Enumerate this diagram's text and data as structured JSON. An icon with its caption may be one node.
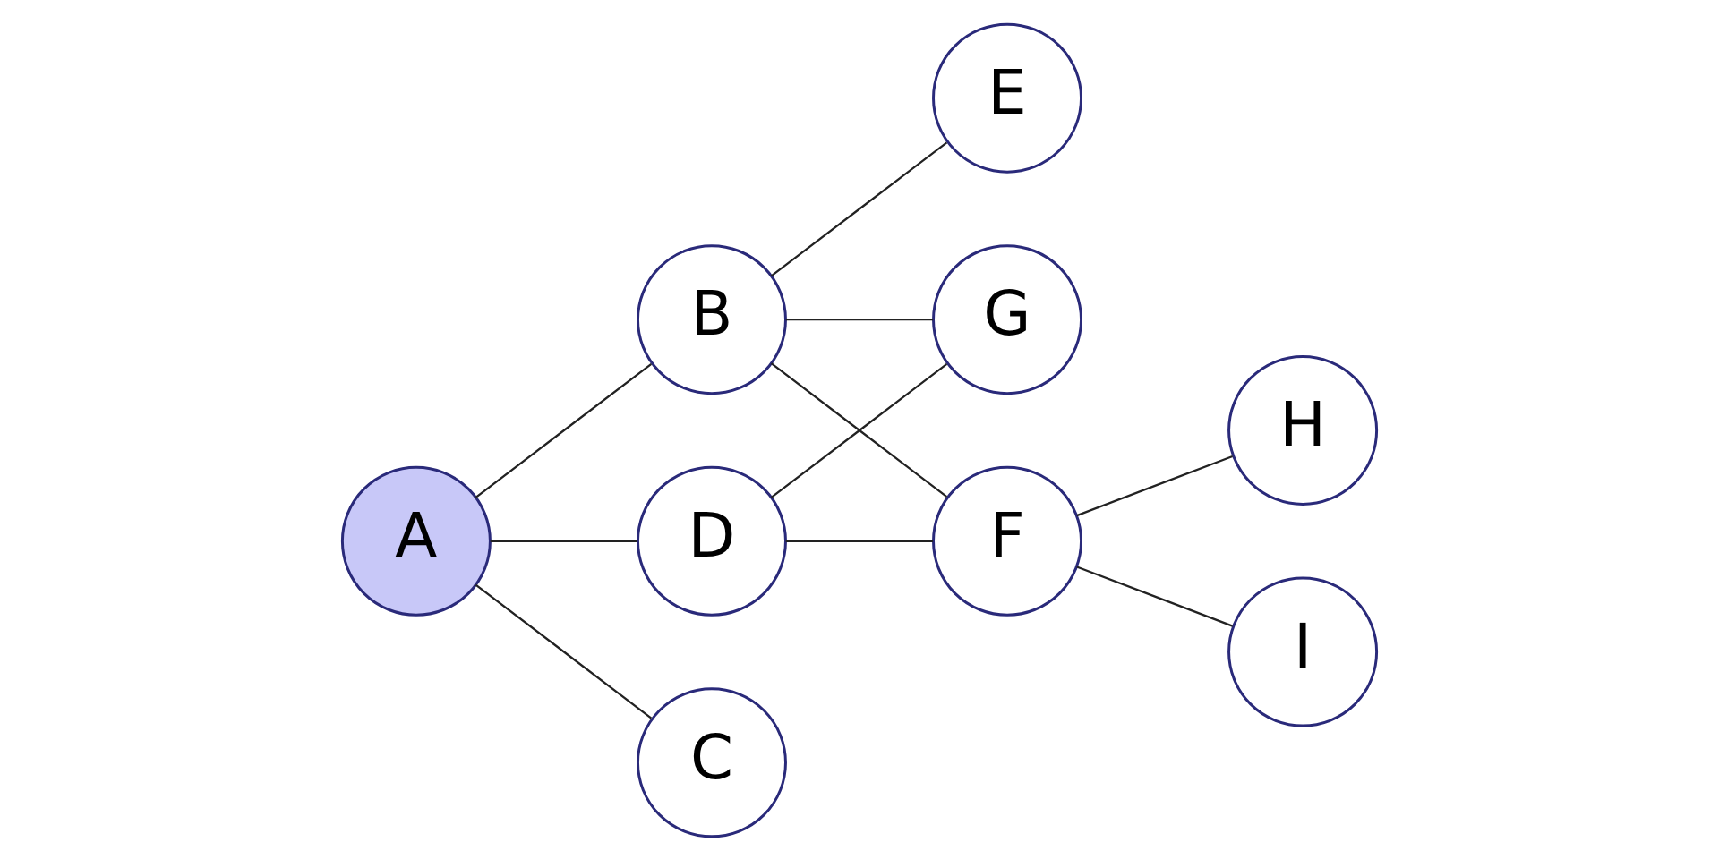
{
  "diagram": {
    "nodes": [
      {
        "text": [
          "A"
        ]
      },
      {
        "text": [
          "B"
        ]
      },
      {
        "text": [
          "C"
        ]
      },
      {
        "text": [
          "D"
        ]
      },
      {
        "text": [
          "E"
        ]
      },
      {
        "text": [
          "F"
        ]
      },
      {
        "text": [
          "G"
        ]
      },
      {
        "text": [
          "H"
        ]
      },
      {
        "text": [
          "I"
        ]
      }
    ],
    "edges": [
      {
        "from": 0,
        "to": 1,
        "arrow": "none"
      },
      {
        "from": 0,
        "to": 2,
        "arrow": "none"
      },
      {
        "from": 0,
        "to": 3,
        "arrow": "none"
      },
      {
        "from": 1,
        "to": 4,
        "arrow": "none"
      },
      {
        "from": 1,
        "to": 5,
        "arrow": "none"
      },
      {
        "from": 1,
        "to": 6,
        "arrow": "none"
      },
      {
        "from": 3,
        "to": 5,
        "arrow": "none"
      },
      {
        "from": 3,
        "to": 6,
        "arrow": "none"
      },
      {
        "from": 5,
        "to": 7,
        "arrow": "none"
      },
      {
        "from": 5,
        "to": 8,
        "arrow": "none"
      }
    ]
  }
}
